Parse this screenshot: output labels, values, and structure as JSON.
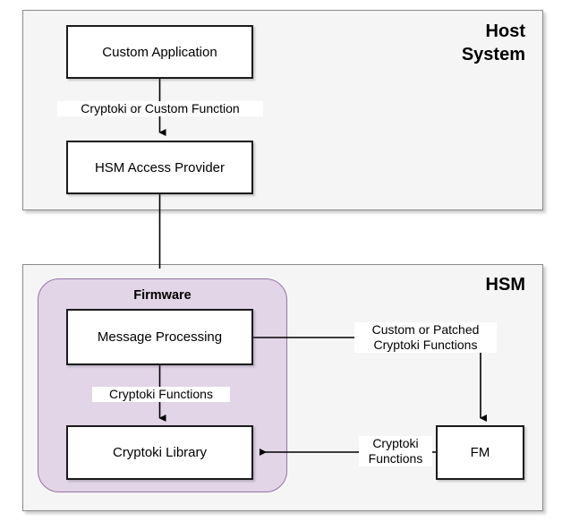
{
  "diagram": {
    "title_host": "Host\nSystem",
    "title_hsm": "HSM",
    "firmware_label": "Firmware",
    "nodes": {
      "custom_application": "Custom Application",
      "hsm_access_provider": "HSM Access Provider",
      "message_processing": "Message Processing",
      "cryptoki_library": "Cryptoki Library",
      "fm": "FM"
    },
    "edge_labels": {
      "cryptoki_or_custom_function": "Cryptoki or Custom Function",
      "cryptoki_functions_firmware": "Cryptoki Functions",
      "custom_or_patched": "Custom or Patched\nCryptoki Functions",
      "cryptoki_functions_fm": "Cryptoki\nFunctions"
    },
    "colors": {
      "container_fill": "#f5f5f5",
      "container_border": "#8a8a8a",
      "firmware_fill": "#e1d5e7",
      "firmware_border": "#9673a6",
      "node_fill": "#ffffff",
      "node_border": "#1a1a1a",
      "line": "#000000"
    }
  }
}
